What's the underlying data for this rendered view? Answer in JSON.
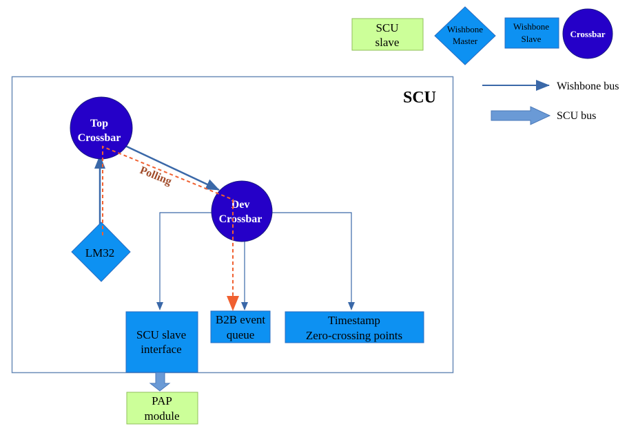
{
  "legend": {
    "scu_slave": [
      "SCU",
      "slave"
    ],
    "wishbone_master": [
      "Wishbone",
      "Master"
    ],
    "wishbone_slave": [
      "Wishbone",
      "Slave"
    ],
    "crossbar": "Crossbar",
    "wishbone_bus": "Wishbone bus",
    "scu_bus": "SCU bus"
  },
  "scu": {
    "title": "SCU",
    "top_crossbar": [
      "Top",
      "Crossbar"
    ],
    "dev_crossbar": [
      "Dev",
      "Crossbar"
    ],
    "lm32": "LM32",
    "polling": "Polling",
    "scu_slave_interface": [
      "SCU slave",
      "interface"
    ],
    "b2b_event_queue": [
      "B2B event",
      "queue"
    ],
    "timestamp": [
      "Timestamp",
      "Zero-crossing points"
    ]
  },
  "pap_module": [
    "PAP",
    "module"
  ],
  "colors": {
    "green_box": "#ccff99",
    "blue_box": "#0d91f2",
    "crossbar": "#2500c8",
    "wishbone_line": "#3a68a8",
    "scu_bus": "#6a9ad6",
    "polling": "#f06030",
    "frame": "#6a8cb8"
  }
}
